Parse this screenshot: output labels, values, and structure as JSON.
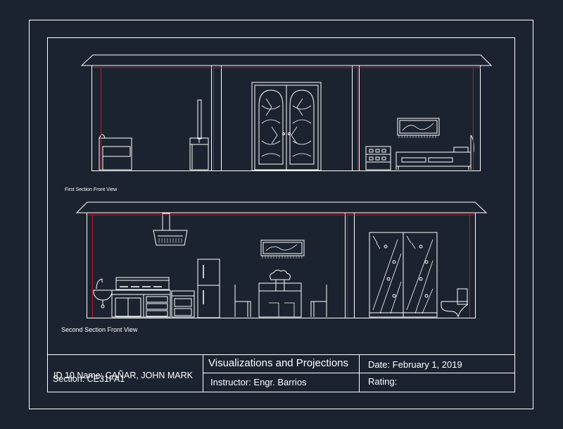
{
  "captions": {
    "first_section": "First Section Front View",
    "second_section": "Second Section Front View"
  },
  "title_block": {
    "name": "ID 10 Name: CAÑAR, JOHN MARK",
    "section": "Section: CE31FA1",
    "course": "Visualizations and Projections",
    "date": "Date: February 1, 2019",
    "instructor": "Instructor: Engr. Barrios",
    "rating": "Rating:"
  },
  "colors": {
    "background": "#1b2330",
    "linework": "#ffffff",
    "wall_lines": "#c0172b"
  }
}
